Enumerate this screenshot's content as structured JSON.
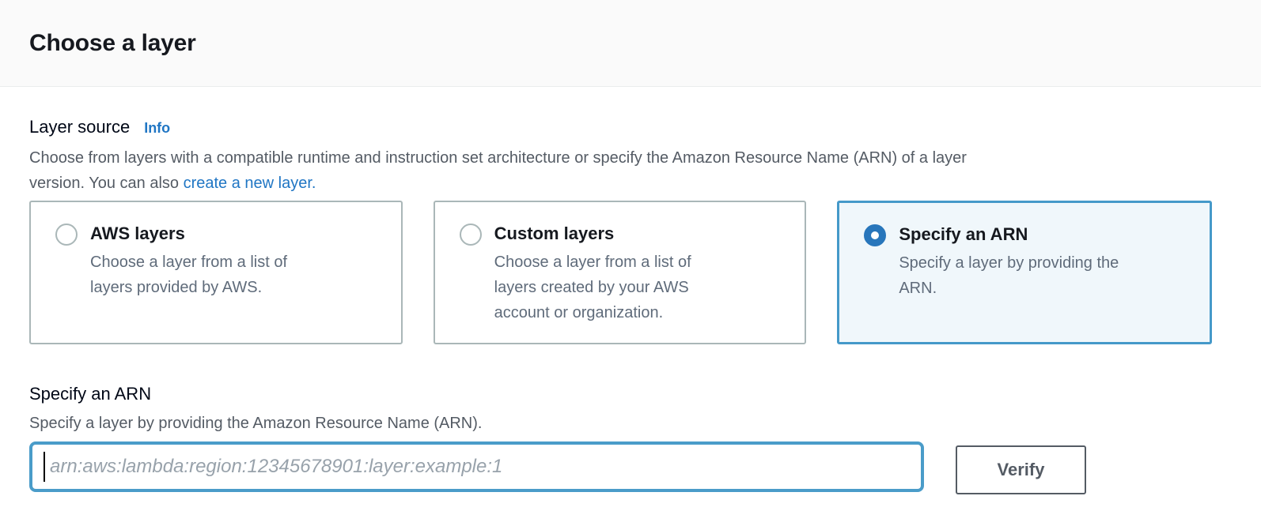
{
  "header": {
    "title": "Choose a layer"
  },
  "layer_source": {
    "label": "Layer source",
    "info_link": "Info",
    "description_line1": "Choose from layers with a compatible runtime and instruction set architecture or specify the Amazon Resource Name (ARN) of a layer",
    "description_line2_prefix": "version. You can also ",
    "link_text": "create a new layer",
    "link_suffix": ".",
    "options": [
      {
        "title": "AWS layers",
        "description": "Choose a layer from a list of layers provided by AWS.",
        "selected": false
      },
      {
        "title": "Custom layers",
        "description": "Choose a layer from a list of layers created by your AWS account or organization.",
        "selected": false
      },
      {
        "title": "Specify an ARN",
        "description": "Specify a layer by providing the ARN.",
        "selected": true
      }
    ]
  },
  "arn_form": {
    "label": "Specify an ARN",
    "description": "Specify a layer by providing the Amazon Resource Name (ARN).",
    "input_value": "",
    "input_placeholder": "arn:aws:lambda:region:12345678901:layer:example:1",
    "verify_button_label": "Verify"
  },
  "colors": {
    "header_bg": "#fafafa",
    "divider": "#eaeded",
    "heading_text": "#16191f",
    "body_text": "#545b64",
    "link_blue": "#2076c4",
    "radio_selected_blue": "#2876bb",
    "focus_border_teal": "#4a9cc9",
    "selected_card_bg": "#f0f7fb",
    "card_border": "#aab7b8",
    "button_border": "#545b64"
  }
}
